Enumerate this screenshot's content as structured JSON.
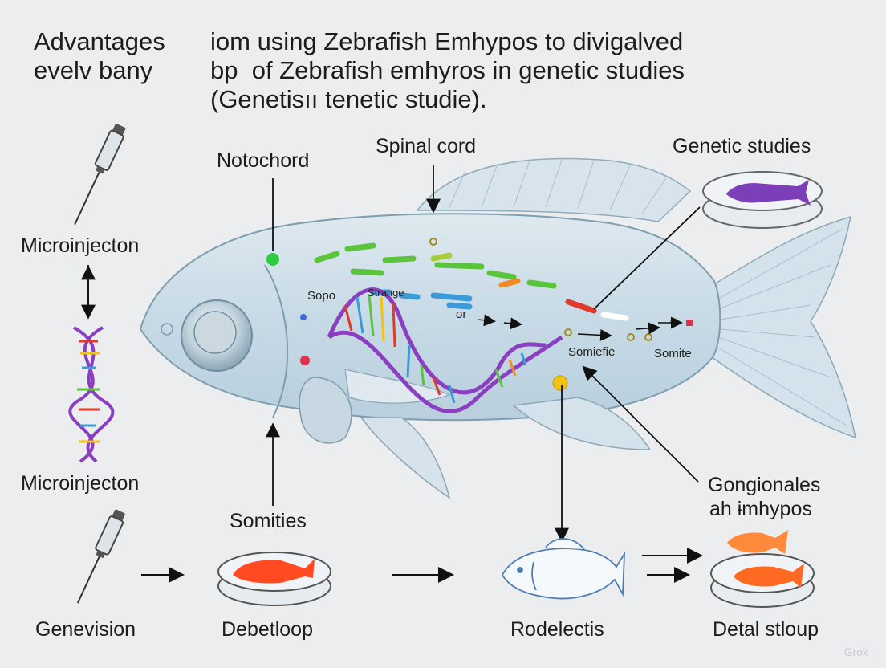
{
  "title": {
    "left_line1": "Advantages",
    "left_line2": "evelv bany",
    "right_line1": "iom using Zebrafish Emhypos to divigalved",
    "right_line2": "bp  of Zebrafish emhyros in genetic studies",
    "right_line3": "(Genetisıı tenetic studie)."
  },
  "labels": {
    "notochord": "Notochord",
    "spinal_cord": "Spinal cord",
    "genetic_studies": "Genetic studies",
    "microinjection_top": "Microinjecton",
    "microinjection_mid": "Microinjecton",
    "somities": "Somities",
    "gongionales_1": "Gongionales",
    "gongionales_2": "ah ɨmhypos",
    "genevision": "Genevision",
    "debetloop": "Debetloop",
    "rodelectis": "Rodelectis",
    "detal_stloup": "Detal stloup",
    "sopo": "Sopo",
    "strange": "Strange",
    "or": "or",
    "somiefie": "Somiefie",
    "somite": "Somite"
  },
  "watermark": "Grok",
  "colors": {
    "background": "#ecedef",
    "fish_body": "#c9dbe6",
    "fish_outline": "#7d9db0",
    "dna_purple": "#8a3fc0",
    "green_marker": "#2ecc40",
    "yellow_marker": "#f2c40f",
    "red_fish": "#ff4a22",
    "orange_fish": "#ff8a3c",
    "purple_fish": "#7d3fb8"
  },
  "icons": [
    "syringe-icon",
    "dna-helix-icon",
    "petri-dish-icon",
    "fish-icon",
    "arrow-icon"
  ]
}
